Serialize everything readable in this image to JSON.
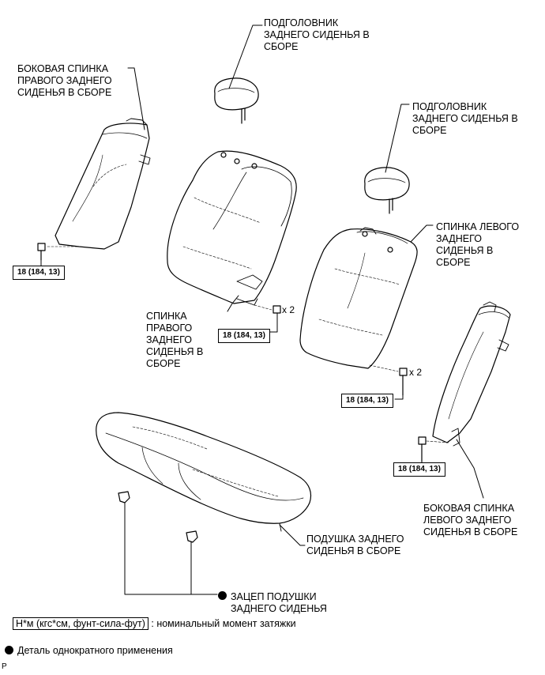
{
  "labels": {
    "headrest_top": "ПОДГОЛОВНИК\nЗАДНЕГО СИДЕНЬЯ В\nСБОРЕ",
    "headrest_right": "ПОДГОЛОВНИК\nЗАДНЕГО СИДЕНЬЯ В\nСБОРЕ",
    "right_side_back": "БОКОВАЯ СПИНКА\nПРАВОГО ЗАДНЕГО\nСИДЕНЬЯ В СБОРЕ",
    "right_seatback": "СПИНКА\nПРАВОГО\nЗАДНЕГО\nСИДЕНЬЯ В\nСБОРЕ",
    "left_seatback": "СПИНКА ЛЕВОГО\nЗАДНЕГО\nСИДЕНЬЯ В\nСБОРЕ",
    "left_side_back": "БОКОВАЯ СПИНКА\nЛЕВОГО ЗАДНЕГО\nСИДЕНЬЯ В СБОРЕ",
    "cushion": "ПОДУШКА ЗАДНЕГО\nСИДЕНЬЯ В СБОРЕ",
    "cushion_hook": "ЗАЦЕП ПОДУШКИ\nЗАДНЕГО СИДЕНЬЯ"
  },
  "torque": {
    "t1": "18 (184, 13)",
    "t2": "18 (184, 13)",
    "t3": "18 (184, 13)",
    "t4": "18 (184, 13)"
  },
  "quantities": {
    "q1": "x 2",
    "q2": "x 2"
  },
  "legend": {
    "unit_box": "Н*м (кгс*см, фунт-сила-фут)",
    "unit_desc": ": номинальный момент затяжки",
    "single_use": "Деталь однократного применения"
  },
  "code": "P"
}
